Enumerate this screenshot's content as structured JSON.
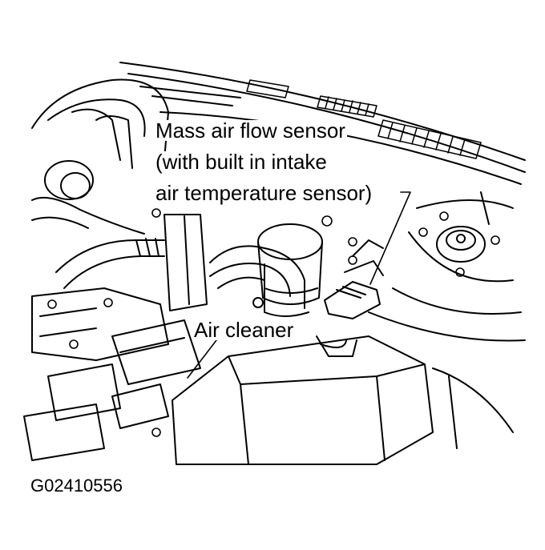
{
  "labels": {
    "maf_line1": "Mass air flow sensor",
    "maf_line2": "(with built in intake",
    "maf_line3": "air temperature sensor)",
    "air_cleaner": "Air cleaner"
  },
  "figure_code": "G02410556",
  "colors": {
    "line": "#000000",
    "background": "#ffffff"
  }
}
